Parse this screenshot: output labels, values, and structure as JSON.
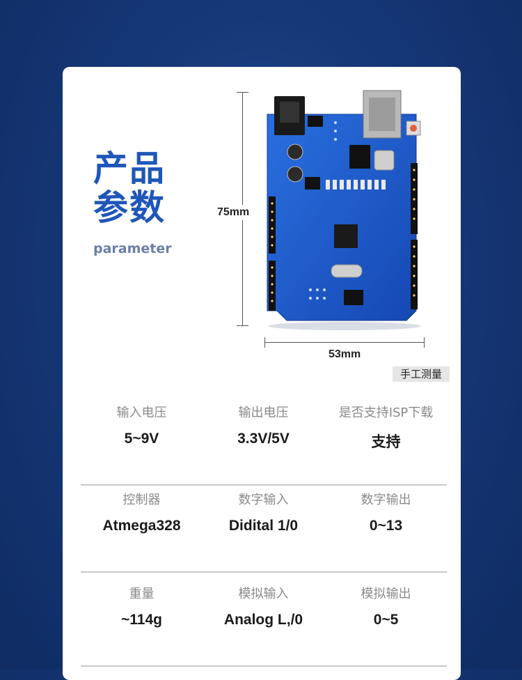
{
  "section": {
    "title_line1": "产品",
    "title_line2": "参数",
    "subtitle": "parameter"
  },
  "dimensions": {
    "height": "75mm",
    "width": "53mm",
    "note": "手工测量"
  },
  "colors": {
    "background": "#163878",
    "title": "#1f56b8",
    "board": "#1d5fd0"
  },
  "specs": [
    [
      {
        "label": "输入电压",
        "value": "5~9V"
      },
      {
        "label": "输出电压",
        "value": "3.3V/5V"
      },
      {
        "label": "是否支持ISP下载",
        "value": "支持"
      }
    ],
    [
      {
        "label": "控制器",
        "value": "Atmega328"
      },
      {
        "label": "数字输入",
        "value": "Didital 1/0"
      },
      {
        "label": "数字输出",
        "value": "0~13"
      }
    ],
    [
      {
        "label": "重量",
        "value": "~114g"
      },
      {
        "label": "模拟输入",
        "value": "Analog L,/0"
      },
      {
        "label": "模拟输出",
        "value": "0~5"
      }
    ]
  ]
}
